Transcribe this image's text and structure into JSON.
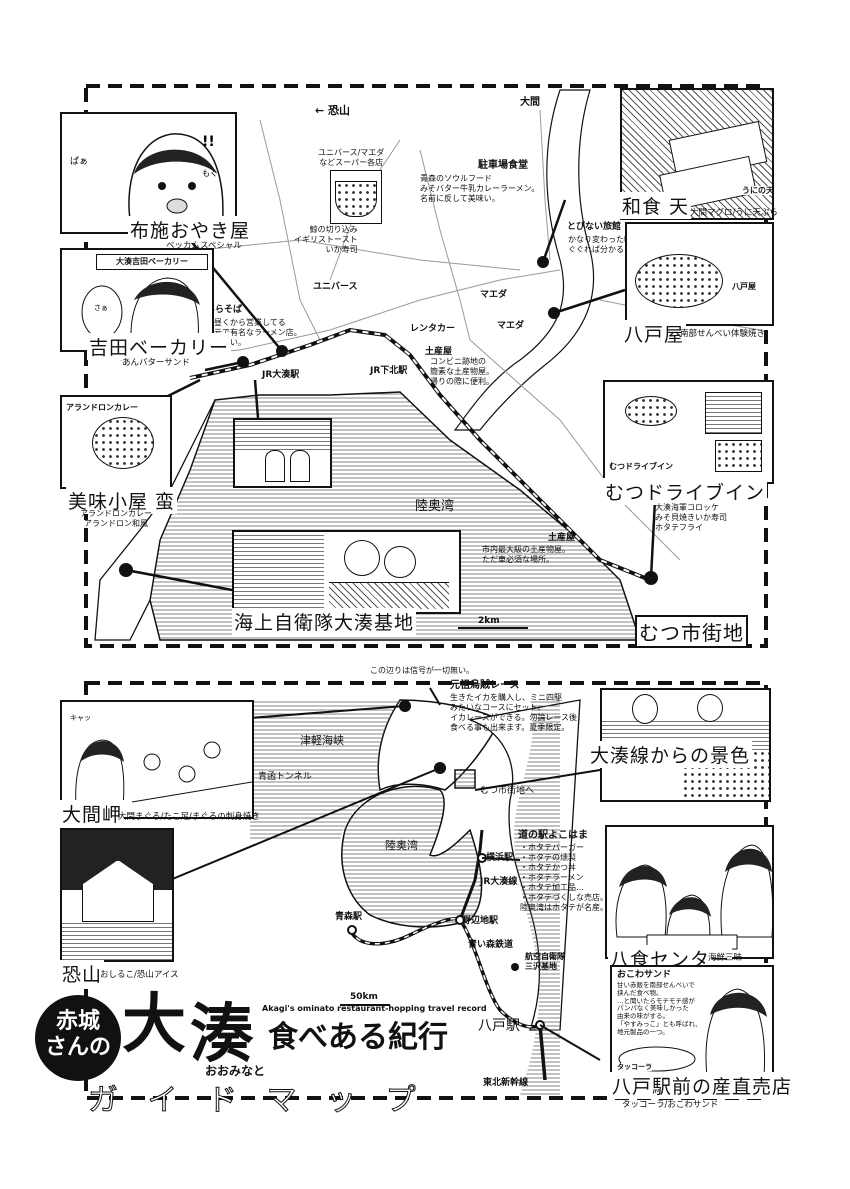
{
  "top_map": {
    "directions": {
      "osorezan": "← 恐山",
      "oma": "大間"
    },
    "bay_label": "陸奥湾",
    "scale": "2km",
    "stations": {
      "ominato": "JR大湊駅",
      "shimokita": "JR下北駅"
    },
    "places": {
      "universe1": "ユニバース",
      "maeda1": "マエダ",
      "maeda2": "マエダ",
      "rentacar": "レンタカー",
      "supermarkets": "ユニバース/マエダ\nなどスーパー各店",
      "supermarket_items": "鯨の切り込み\nイギリストースト\nいか寿司",
      "parking_cafeteria_title": "駐車場食堂",
      "parking_cafeteria_desc": "青森のソウルフード\nみそバター牛乳カレーラーメン。\n名前に反して美味い。",
      "tobinai_title": "とびない旅館",
      "tobinai_desc": "かなり変わった味。\nぐぐれば分かる…。",
      "arasoba_title": "あらそば",
      "arasoba_desc": "朝昼くから営業してる\n地元で有名なラーメン店。\n量が多い。",
      "souvenir1_title": "土産屋",
      "souvenir1_desc": "コンビニ跡地の\n簡素な土産物屋。\n帰りの際に便利。",
      "souvenir2_title": "土産屋",
      "souvenir2_desc": "市内最大級の土産物屋。\nただ車必須な場所。"
    },
    "callouts": {
      "fuse": {
        "name": "布施おやき屋",
        "sub": "ベッカムスペシャル"
      },
      "yoshida": {
        "name": "吉田ベーカリー",
        "sub": "あんバターサンド"
      },
      "bimi": {
        "name": "美味小屋 蛮",
        "sub": "アランドロンカレー\nアランドロン和風",
        "panel_title": "アランドロンカレー"
      },
      "washokuten": {
        "name": "和食 天",
        "sub": "大間マグロ/うに天ぷら",
        "panel_title": "うにの天ぷら"
      },
      "hachinoheya": {
        "name": "八戸屋",
        "sub": "南部せんべい体験焼き",
        "panel_title": "八戸屋"
      },
      "mutsu_drivein": {
        "name": "むつドライブイン",
        "sub": "大湊海軍コロッケ\nみそ貝焼きいか寿司\nホタテフライ",
        "panel_title": "むつドライブイン"
      },
      "jmsdf": {
        "name": "海上自衛隊大湊基地"
      },
      "mutsu_city": {
        "name": "むつ市街地"
      }
    },
    "sign_text": "大湊吉田ベーカリー"
  },
  "bottom_map": {
    "note_no_signal": "この辺りは信号が一切無い。",
    "strait": "津軽海峡",
    "tunnel": "青函トンネル",
    "bay": "陸奥湾",
    "scale": "50km",
    "to_mutsu": "むつ市街地へ",
    "stations": {
      "aomori": "青森駅",
      "noheji": "野辺地駅",
      "yokohama": "横浜駅",
      "jr_ominato": "JR大湊線",
      "aoimori": "青い森鉄道",
      "hachinohe": "八戸駅",
      "tohoku_shinkansen": "東北新幹線",
      "misawa": "航空自衛隊\n三沢基地"
    },
    "race": {
      "title": "元祖烏賊レース",
      "desc": "生きたイカを購入し、ミニ四駆\nみたいなコースにセット、\nイカレースができる。勿論レース後\n食べる事も出来ます。夏季限定。"
    },
    "michinoeki": {
      "title": "道の駅よこはま",
      "items": "・ホタテバーガー\n・ホタテの燻製\n・ホタテかつ丼\n・ホタテラーメン\n・ホタテ加工品…\n・ホタテづくしな売店。\n陸奥湾はホタテが名産。"
    },
    "callouts": {
      "omazaki": {
        "name": "大間岬",
        "sub": "大間まぐろ/たこ足/まぐろの刺身焼き"
      },
      "osorezan": {
        "name": "恐山",
        "sub": "おしるこ/恐山アイス"
      },
      "ominato_line_view": {
        "name": "大湊線からの景色"
      },
      "hasshoku": {
        "name": "八食センター",
        "sub": "海鮮三昧"
      },
      "hachinohe_shop": {
        "name": "八戸駅前の産直売店",
        "sub": "タッコーラ/おこわサンド",
        "panel_title": "おこわサンド",
        "panel_desc": "甘い赤飯を南部せんべいで\n挟んだ食べ物。\n…と聞いたらモチモチ感が\nパンパなく美味しかった\n由来の味がする。\n「やすみっこ」とも呼ばれ、\n地元製品の一つ。",
        "drink": "タッコーラ"
      }
    }
  },
  "title": {
    "akagi": "赤城\nさんの",
    "main1": "大",
    "main2": "湊",
    "ruby": "おおみなと",
    "main3": "食べある紀行",
    "english": "Akagi's ominato restaurant-hopping travel record",
    "subtitle": "ガ イ ド マ ッ プ"
  }
}
